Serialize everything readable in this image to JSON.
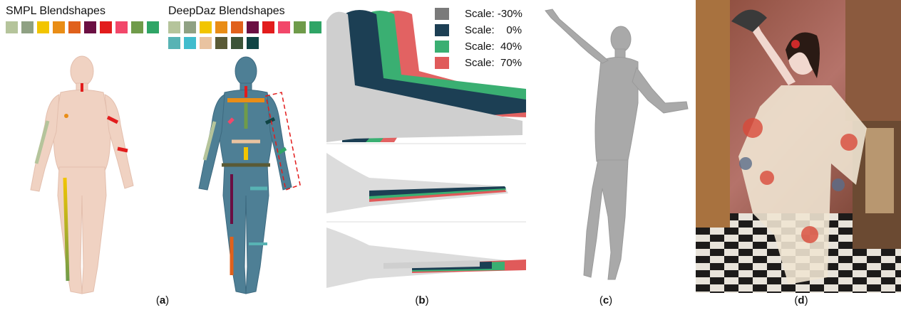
{
  "panel_a": {
    "smpl_title": "SMPL Blendshapes",
    "smpl_swatches": [
      "#b5c49b",
      "#8fa183",
      "#f2c500",
      "#e98d16",
      "#e0611c",
      "#6b0f43",
      "#e21c1c",
      "#f2476a",
      "#6f9b4a",
      "#2fa566"
    ],
    "deepdaz_title": "DeepDaz Blendshapes",
    "deepdaz_swatches": [
      "#b5c49b",
      "#8fa183",
      "#f2c500",
      "#e98d16",
      "#e0611c",
      "#6b0f43",
      "#e21c1c",
      "#f2476a",
      "#6f9b4a",
      "#2fa566",
      "#58b3b4",
      "#40bccd",
      "#e9c3a0",
      "#5a5a35",
      "#3c5438",
      "#0f4444"
    ],
    "caption_open": "(",
    "caption_letter": "a",
    "caption_close": ")"
  },
  "panel_b": {
    "legend": [
      {
        "label": "Scale: -30%",
        "color": "#7a7a7a"
      },
      {
        "label": "Scale:    0%",
        "color": "#1c3f54"
      },
      {
        "label": "Scale:  40%",
        "color": "#3aaf72"
      },
      {
        "label": "Scale:  70%",
        "color": "#e05a5a"
      }
    ],
    "caption_open": "(",
    "caption_letter": "b",
    "caption_close": ")"
  },
  "panel_c": {
    "caption_open": "(",
    "caption_letter": "c",
    "caption_close": ")"
  },
  "panel_d": {
    "caption_open": "(",
    "caption_letter": "d",
    "caption_close": ")"
  },
  "colors": {
    "smpl_skin": "#f0d2c2",
    "deepdaz_body": "#4e7f95",
    "gray_body": "#a9a9a9"
  }
}
